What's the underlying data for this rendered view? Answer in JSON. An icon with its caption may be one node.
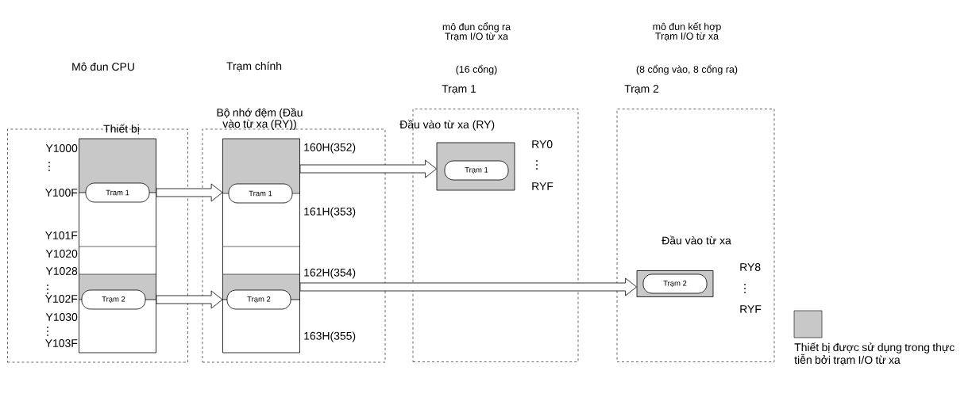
{
  "diagram": {
    "nodes": [
      {
        "text": [],
        "shape": "box"
      },
      {
        "text": [
          "Thiết bị"
        ],
        "in": 0
      },
      {
        "text": [
          "Tram 1"
        ],
        "in": 1
      },
      {
        "text": [
          "Trạm 2"
        ],
        "in": 1
      },
      {
        "text": [],
        "shape": "box"
      },
      {
        "text": [
          "Bộ nhớ đệm (Đầu vào từ xa (RY))"
        ],
        "in": 4
      },
      {
        "text": [
          "Tram 1"
        ],
        "in": 5
      },
      {
        "text": [
          "Trạm 2"
        ],
        "in": 5
      },
      {
        "text": [
          "mô đun cổng ra Trạm I/O từ xa",
          "(16 cổng)",
          "Trạm 1",
          "Đầu vào từ xa (RY)"
        ]
      },
      {
        "text": [],
        "shape": "box",
        "in": 8
      },
      {
        "text": [
          "Trạm 1"
        ],
        "in": 9
      },
      {
        "text": [
          "mô đun kết hợp Trạm I/O từ xa",
          "(8 cổng vào, 8 cổng ra)",
          "Trạm 2",
          "Đầu vào từ xa"
        ]
      },
      {
        "text": [],
        "shape": "box",
        "in": 11
      },
      {
        "text": [
          "Trạm 2"
        ],
        "in": 12
      }
    ],
    "edges": [
      {
        "from": 1,
        "to": 5,
        "arrow": "to"
      },
      {
        "from": 1,
        "to": 5,
        "arrow": "to"
      },
      {
        "from": 5,
        "to": 9,
        "arrow": "to"
      },
      {
        "from": 5,
        "to": 12,
        "arrow": "to"
      }
    ],
    "labels": [
      "Mô đun CPU",
      "Trạm chính",
      "Y1000",
      "Y100F",
      "Y101F",
      "Y1020",
      "Y1028",
      "Y102F",
      "Y1030",
      "Y103F",
      "160H(352)",
      "161H(353)",
      "162H(354)",
      "163H(355)",
      "RY0",
      "RYF",
      "RY8",
      "RYF"
    ],
    "legend": [
      {
        "text": "Thiết bị được sử dụng trong thực tiễn bởi trạm I/O từ xa",
        "color": "#c8c8c8"
      }
    ]
  }
}
